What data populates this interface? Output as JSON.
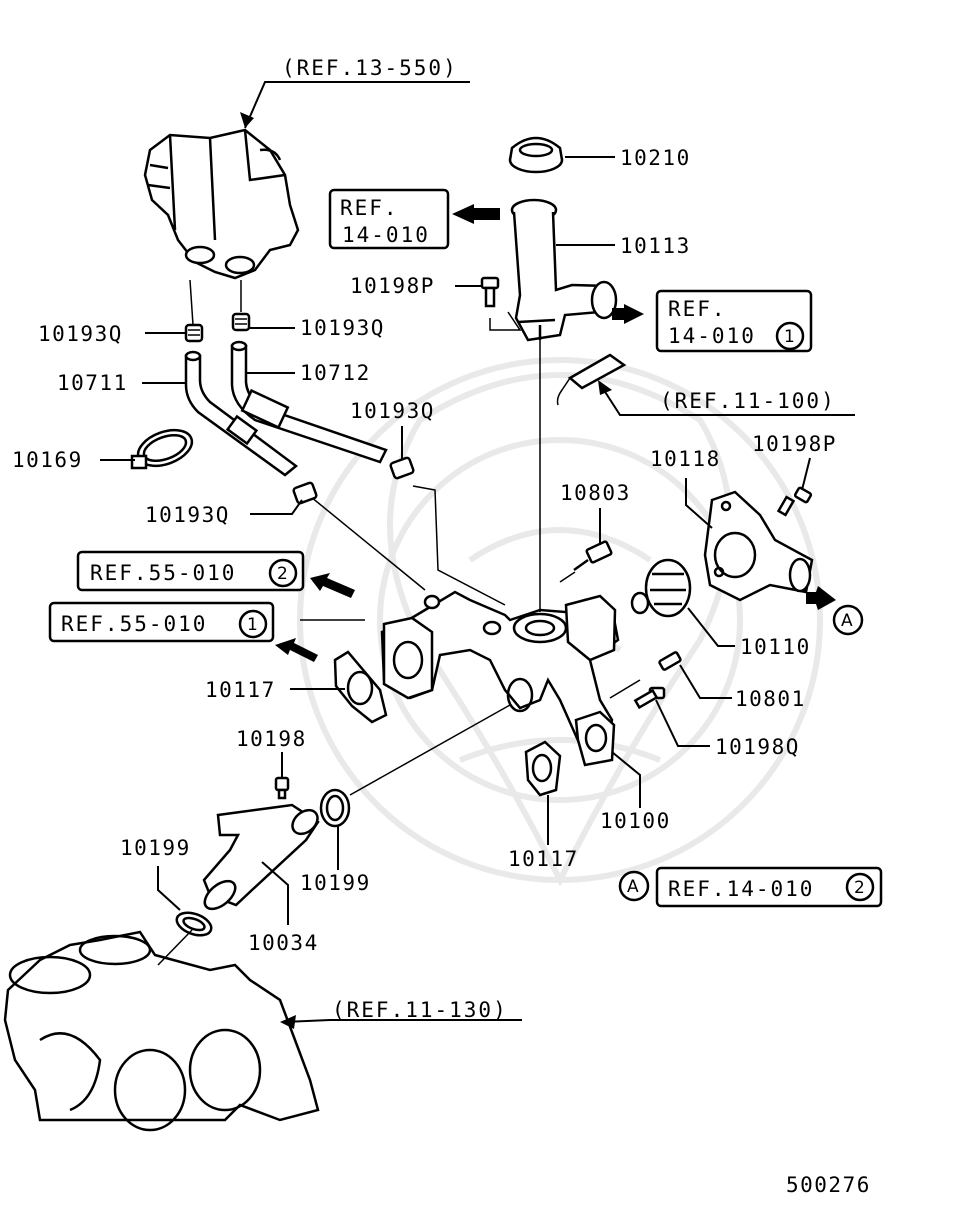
{
  "diagram_id": "500276",
  "refs": {
    "r13_550": "(REF.13-550)",
    "r14_010_top_l1": "REF.",
    "r14_010_top_l2": "14-010",
    "r14_010_c1_l1": "REF.",
    "r14_010_c1_l2": "14-010",
    "r14_010_c1_num": "1",
    "r11_100": "(REF.11-100)",
    "r55_010_2": "REF.55-010",
    "r55_010_2_num": "2",
    "r55_010_1": "REF.55-010",
    "r55_010_1_num": "1",
    "r14_010_2": "REF.14-010",
    "r14_010_2_num": "2",
    "r11_130": "(REF.11-130)"
  },
  "markers": {
    "a_right": "A",
    "a_bottom": "A"
  },
  "parts": {
    "p10210": "10210",
    "p10113": "10113",
    "p10198p_top": "10198P",
    "p10193q_left": "10193Q",
    "p10193q_right": "10193Q",
    "p10711": "10711",
    "p10712": "10712",
    "p10193q_mid": "10193Q",
    "p10169": "10169",
    "p10193q_low": "10193Q",
    "p10118": "10118",
    "p10198p_right": "10198P",
    "p10803": "10803",
    "p10110": "10110",
    "p10117_left": "10117",
    "p10801": "10801",
    "p10198q": "10198Q",
    "p10198": "10198",
    "p10100": "10100",
    "p10199_left": "10199",
    "p10199_mid": "10199",
    "p10117_bottom": "10117",
    "p10034": "10034"
  }
}
